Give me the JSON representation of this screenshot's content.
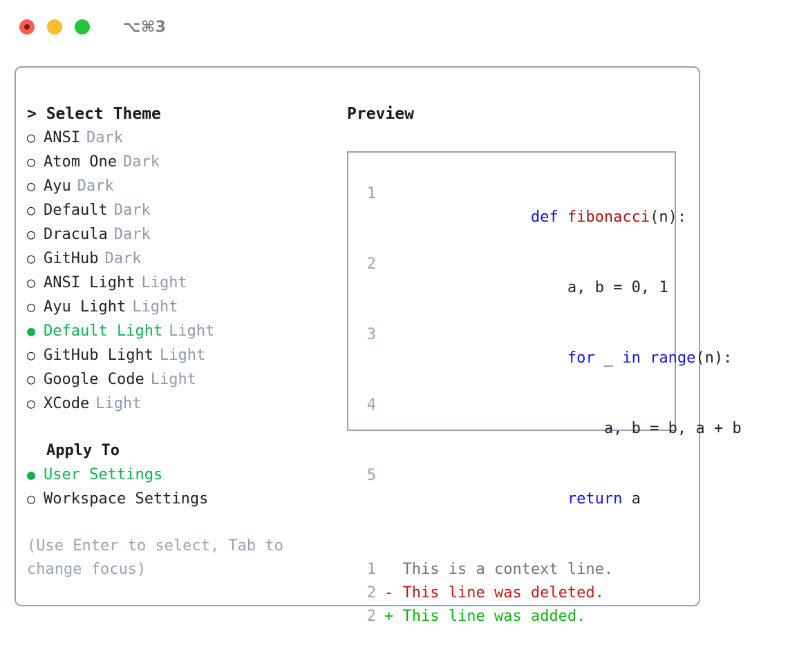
{
  "window": {
    "title": "⌥⌘3",
    "traffic_lights": [
      "close",
      "minimize",
      "maximize"
    ]
  },
  "left": {
    "header": "> Select Theme",
    "themes": [
      {
        "marker": "○",
        "name": "ANSI",
        "tag": "Dark",
        "selected": false
      },
      {
        "marker": "○",
        "name": "Atom One",
        "tag": "Dark",
        "selected": false
      },
      {
        "marker": "○",
        "name": "Ayu",
        "tag": "Dark",
        "selected": false
      },
      {
        "marker": "○",
        "name": "Default",
        "tag": "Dark",
        "selected": false
      },
      {
        "marker": "○",
        "name": "Dracula",
        "tag": "Dark",
        "selected": false
      },
      {
        "marker": "○",
        "name": "GitHub",
        "tag": "Dark",
        "selected": false
      },
      {
        "marker": "○",
        "name": "ANSI Light",
        "tag": "Light",
        "selected": false
      },
      {
        "marker": "○",
        "name": "Ayu Light",
        "tag": "Light",
        "selected": false
      },
      {
        "marker": "●",
        "name": "Default Light",
        "tag": "Light",
        "selected": true
      },
      {
        "marker": "○",
        "name": "GitHub Light",
        "tag": "Light",
        "selected": false
      },
      {
        "marker": "○",
        "name": "Google Code",
        "tag": "Light",
        "selected": false
      },
      {
        "marker": "○",
        "name": "XCode",
        "tag": "Light",
        "selected": false
      }
    ],
    "apply_to": {
      "header": "Apply To",
      "options": [
        {
          "marker": "●",
          "label": "User Settings",
          "selected": true
        },
        {
          "marker": "○",
          "label": "Workspace Settings",
          "selected": false
        }
      ]
    },
    "hint": "(Use Enter to select, Tab to change focus)"
  },
  "right": {
    "title": "Preview",
    "code": [
      {
        "lineno": "1",
        "tokens": [
          {
            "text": "def ",
            "type": "kw"
          },
          {
            "text": "fibonacci",
            "type": "fn"
          },
          {
            "text": "(n):",
            "type": "pl"
          }
        ]
      },
      {
        "lineno": "2",
        "tokens": [
          {
            "text": "    a, b = 0, 1",
            "type": "pl"
          }
        ]
      },
      {
        "lineno": "3",
        "tokens": [
          {
            "text": "    ",
            "type": "pl"
          },
          {
            "text": "for",
            "type": "kw"
          },
          {
            "text": " _ ",
            "type": "pl"
          },
          {
            "text": "in",
            "type": "kw"
          },
          {
            "text": " ",
            "type": "pl"
          },
          {
            "text": "range",
            "type": "bi"
          },
          {
            "text": "(n):",
            "type": "pl"
          }
        ]
      },
      {
        "lineno": "4",
        "tokens": [
          {
            "text": "        a, b = b, a + b",
            "type": "pl"
          }
        ]
      },
      {
        "lineno": "5",
        "tokens": [
          {
            "text": "    ",
            "type": "pl"
          },
          {
            "text": "return",
            "type": "kw"
          },
          {
            "text": " a",
            "type": "pl"
          }
        ]
      }
    ],
    "diff": [
      {
        "lineno": "1",
        "prefix": "  ",
        "text": "This is a context line.",
        "type": "ctx"
      },
      {
        "lineno": "2",
        "prefix": "- ",
        "text": "This line was deleted.",
        "type": "del"
      },
      {
        "lineno": "2",
        "prefix": "+ ",
        "text": "This line was added.",
        "type": "add"
      }
    ]
  },
  "colors": {
    "selected_green": "#12b14a",
    "muted_gray": "#8d99ab",
    "border": "#97a3b4",
    "keyword_blue": "#1414e0",
    "function_red": "#a81414",
    "diff_deleted": "#c21a18",
    "diff_added": "#12b314",
    "diff_context": "#70757d"
  }
}
